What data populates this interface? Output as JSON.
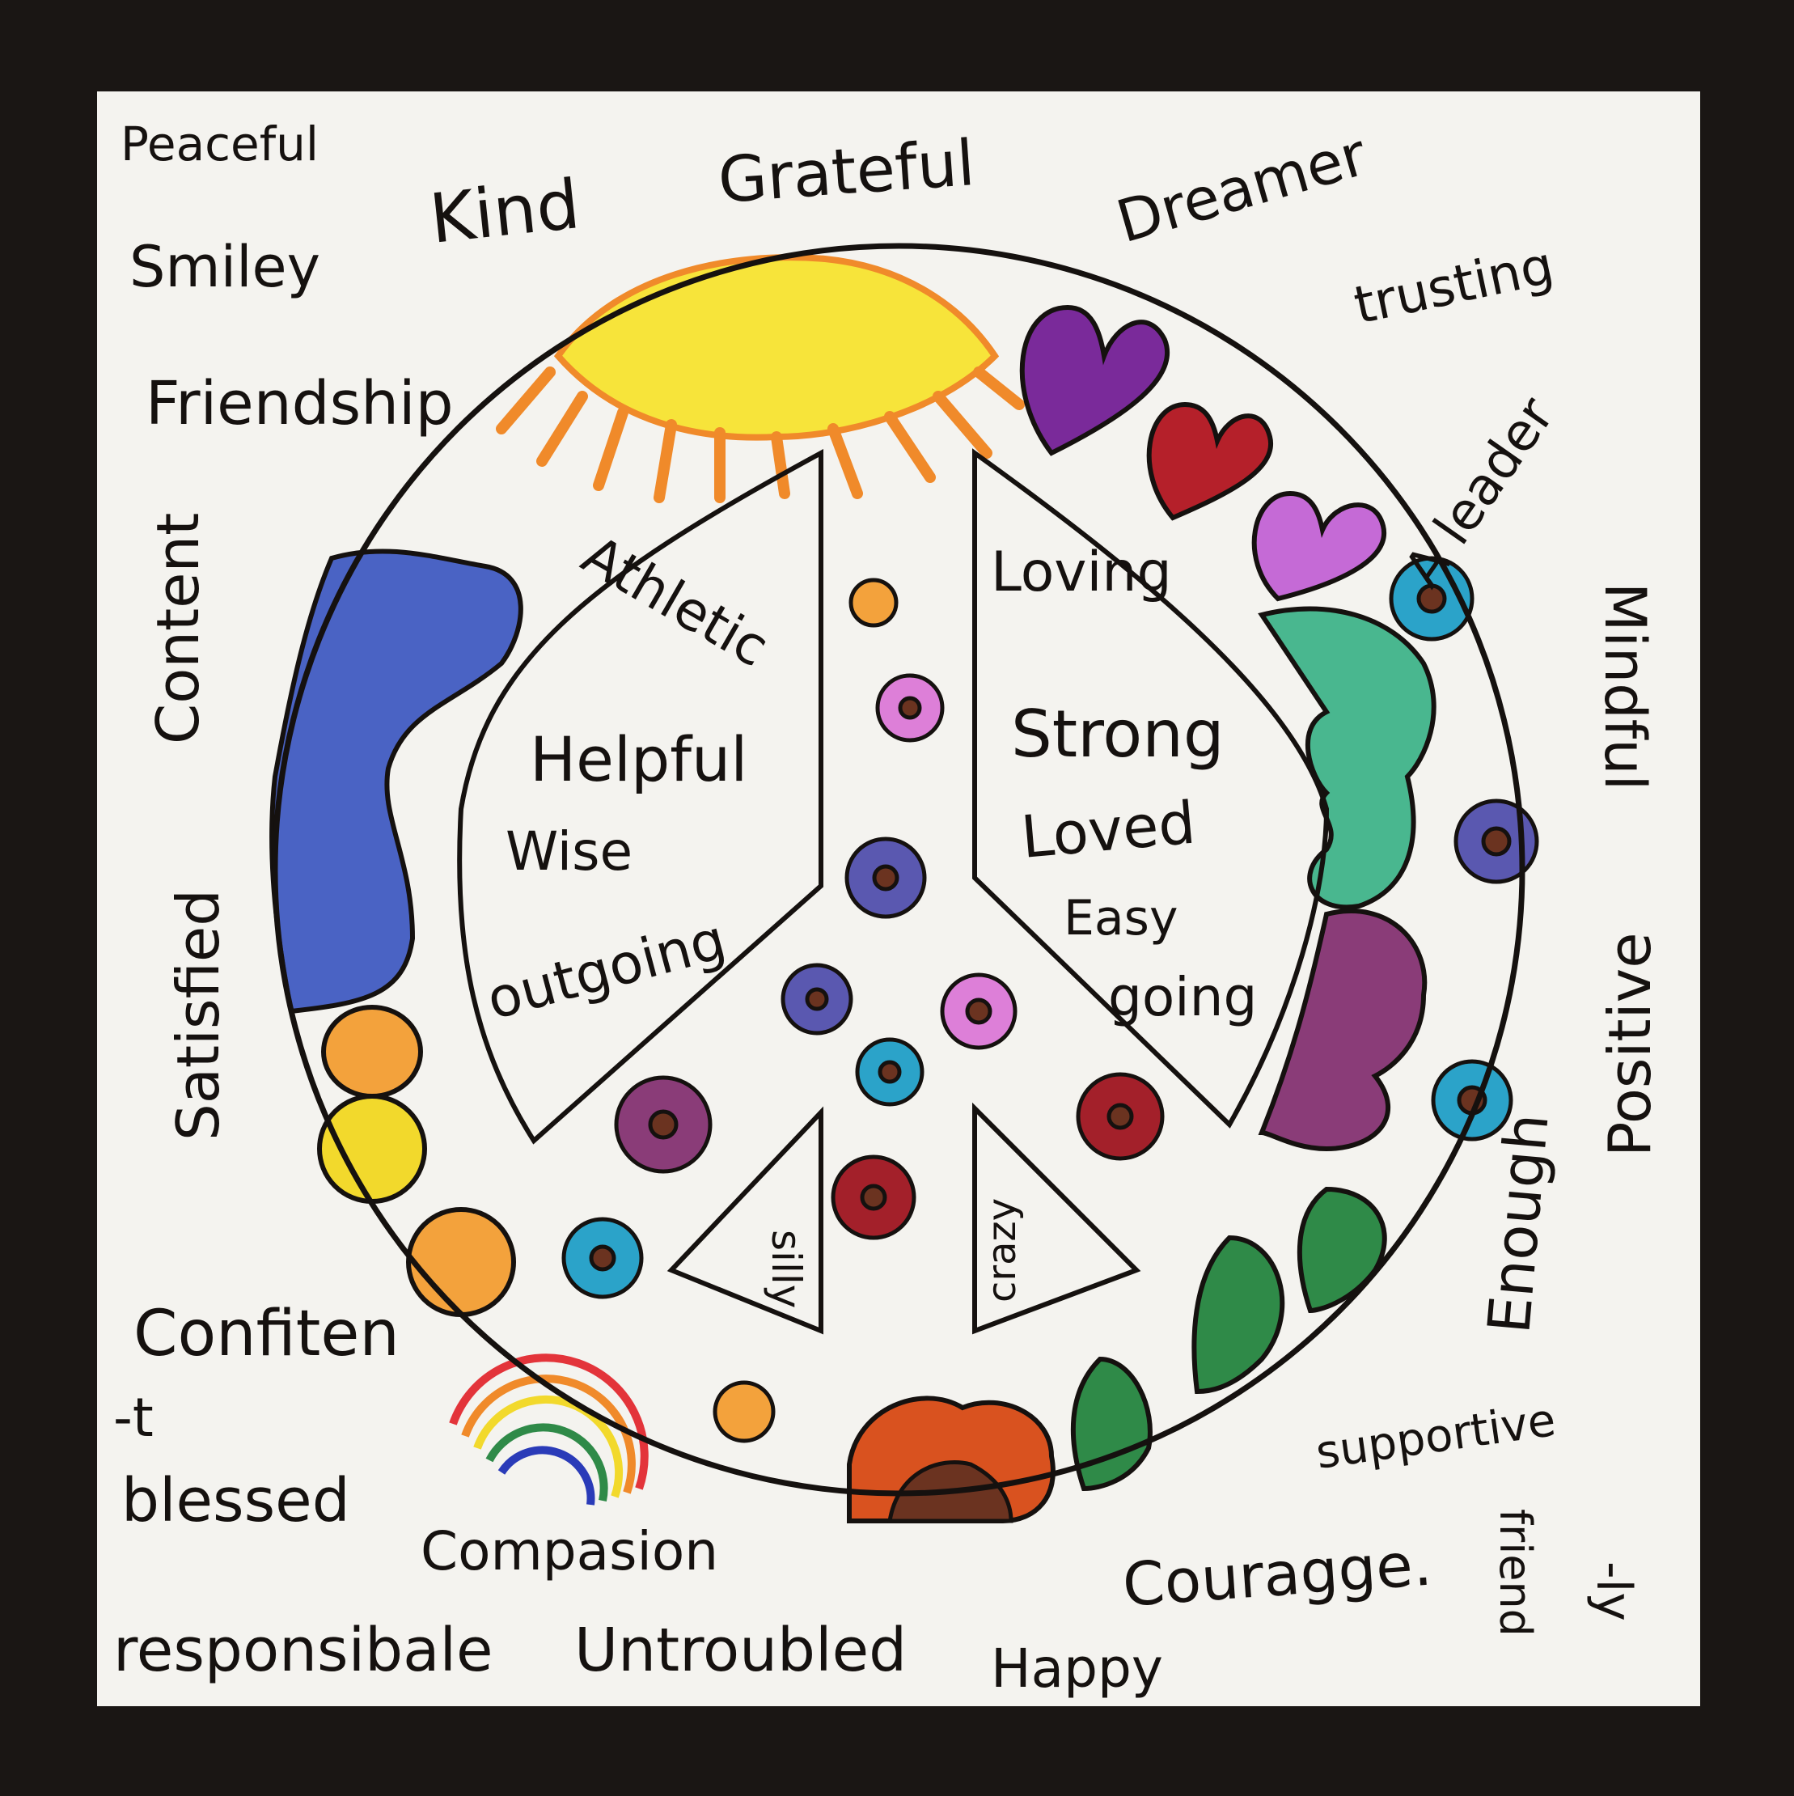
{
  "artwork": {
    "outer_words": {
      "peaceful": "Peaceful",
      "smiley": "Smiley",
      "kind": "Kind",
      "grateful": "Grateful",
      "dreamer": "Dreamer",
      "trusting": "trusting",
      "friendship": "Friendship",
      "a_leader": "A leader",
      "content": "Content",
      "satisfied": "Satisfied",
      "mindful": "Mindful",
      "positive": "Positive",
      "enough": "Enough",
      "confiten": "Confiten",
      "confiten_t": "-t",
      "blessed": "blessed",
      "compasion": "Compasion",
      "responsibale": "responsibale",
      "untroubled": "Untroubled",
      "happy": "Happy",
      "couragge": "Couragge.",
      "supportive": "supportive",
      "friend": "friend",
      "friend_ly": "-ly"
    },
    "inner_words": {
      "athletic": "Athletic",
      "helpful": "Helpful",
      "wise": "Wise",
      "outgoing": "outgoing",
      "loving": "Loving",
      "strong": "Strong",
      "loved": "Loved",
      "easy": "Easy",
      "going": "going",
      "silly": "silly",
      "crazy": "crazy"
    },
    "colors": {
      "frame": "#1a1614",
      "paper": "#f4f3ef",
      "ink": "#15110f",
      "sun": "#f7e43a",
      "sun_rays": "#f08a2a",
      "blue_blob": "#4a63c4",
      "teal_blob": "#49b78f",
      "plum_blob": "#8a3c78",
      "heart_purple": "#7a2a9a",
      "heart_red": "#b5202a",
      "heart_pink": "#c56ad6",
      "smiley_orange": "#f3a23c",
      "smiley_yellow": "#f2d92c",
      "leaf_green": "#2f8a48",
      "flower_orange": "#d9521f"
    }
  }
}
